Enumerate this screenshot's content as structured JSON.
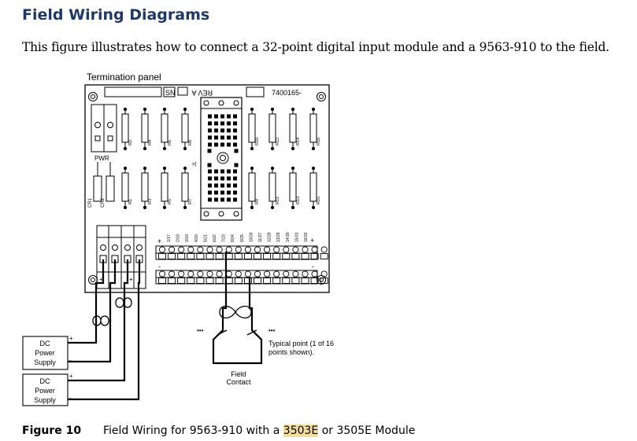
{
  "heading": "Field Wiring Diagrams",
  "intro": "This figure illustrates how to connect a 32-point digital input module and a 9563-910 to the field.",
  "diagram": {
    "panel_title": "Termination panel",
    "sn_label": "SN",
    "rev_label": "REV A",
    "part_number": "7400165-",
    "jumper_label": "J1",
    "pwr_label": "PWR",
    "cr1_label": "CR1",
    "cr2_label": "CR2",
    "resistors_top_left": [
      "R2",
      "R4",
      "R6",
      "R8"
    ],
    "resistors_top_right": [
      "R10",
      "R12",
      "R14",
      "R16"
    ],
    "resistors_bottom_left": [
      "R1",
      "R3",
      "R5",
      "R7"
    ],
    "resistors_bottom_right": [
      "R9",
      "R11",
      "R13",
      "R15"
    ],
    "terminal_labels": [
      "1/17",
      "2/18",
      "3/19",
      "4/20",
      "5/21",
      "6/22",
      "7/23",
      "8/24",
      "9/25",
      "10/26",
      "11/27",
      "12/28",
      "13/29",
      "14/30",
      "15/31",
      "16/32"
    ],
    "plus_sign": "+",
    "minus_sign": "-",
    "ellipsis": "•••",
    "supply1": [
      "DC",
      "Power",
      "Supply"
    ],
    "supply2": [
      "DC",
      "Power",
      "Supply"
    ],
    "typical_point": [
      "Typical point (1 of 16",
      "points shown)."
    ],
    "field_contact": [
      "Field",
      "Contact"
    ]
  },
  "caption": {
    "figure": "Figure 10",
    "text_before": "Field Wiring for 9563-910 with a ",
    "highlight": "3503E",
    "text_after": " or 3505E Module"
  }
}
